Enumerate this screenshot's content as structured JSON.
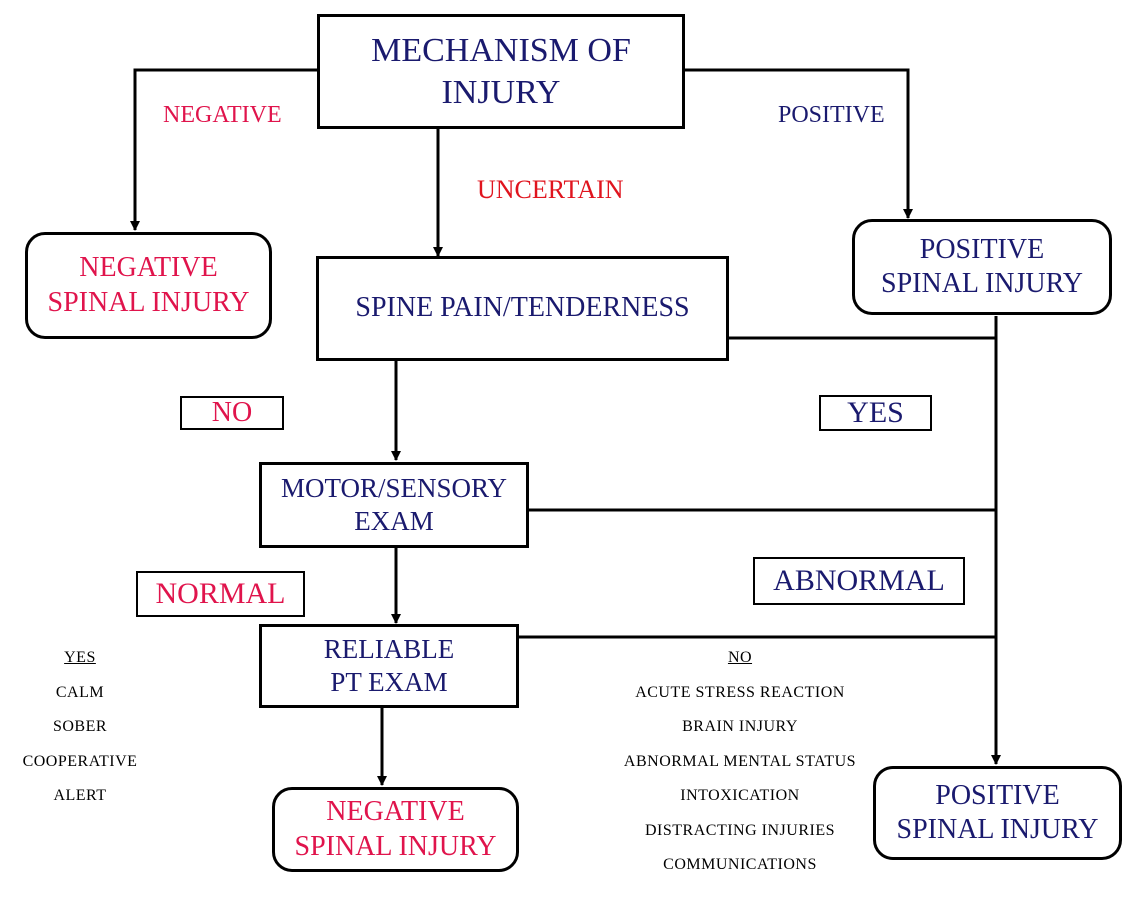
{
  "boxes": {
    "mechanism": "MECHANISM OF\nINJURY",
    "negative_spinal_top": "NEGATIVE\nSPINAL INJURY",
    "spine_pain": "SPINE PAIN/TENDERNESS",
    "positive_spinal_top": "POSITIVE\nSPINAL INJURY",
    "motor_sensory": "MOTOR/SENSORY\nEXAM",
    "reliable_pt": "RELIABLE\nPT  EXAM",
    "negative_spinal_bottom": "NEGATIVE\nSPINAL INJURY",
    "positive_spinal_bottom": "POSITIVE\nSPINAL INJURY"
  },
  "branch_labels": {
    "negative": "NEGATIVE",
    "uncertain": "UNCERTAIN",
    "positive": "POSITIVE"
  },
  "tags": {
    "no": "NO",
    "yes": "YES",
    "normal": "NORMAL",
    "abnormal": "ABNORMAL"
  },
  "reliable_yes": {
    "header": "YES",
    "items": [
      "CALM",
      "SOBER",
      "COOPERATIVE",
      "ALERT"
    ]
  },
  "reliable_no": {
    "header": "NO",
    "items": [
      "ACUTE STRESS REACTION",
      "BRAIN INJURY",
      "ABNORMAL MENTAL STATUS",
      "INTOXICATION",
      "DISTRACTING INJURIES",
      "COMMUNICATIONS"
    ]
  },
  "colors": {
    "navy": "#1a1a6e",
    "red": "#e0144c",
    "line": "#000000"
  }
}
